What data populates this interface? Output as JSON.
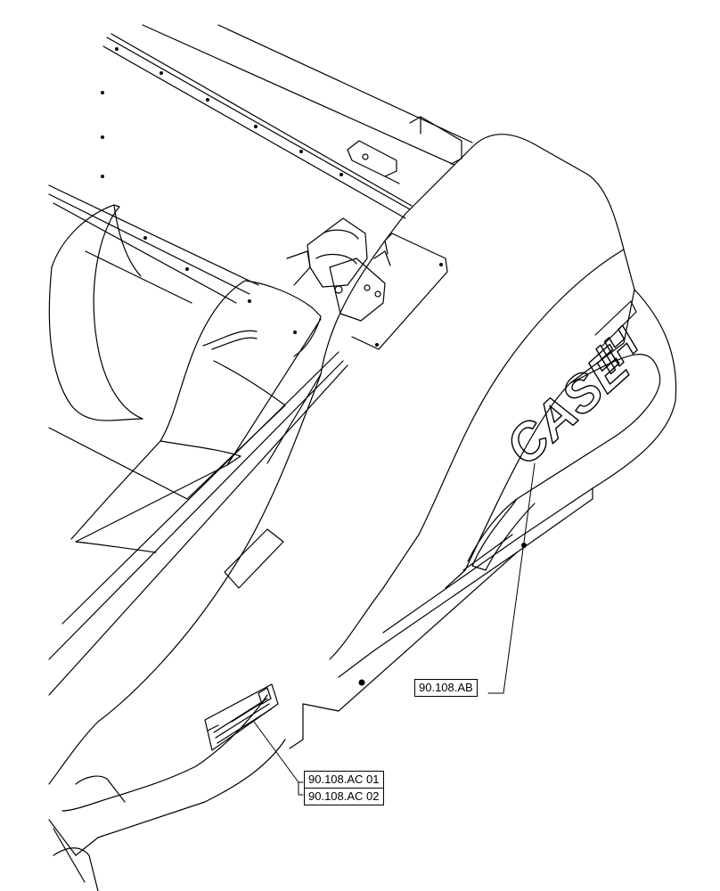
{
  "callouts": {
    "ab": "90.108.AB",
    "ac01": "90.108.AC 01",
    "ac02": "90.108.AC 02"
  },
  "logo": {
    "brand": "CASE",
    "suffix": "IH"
  },
  "colors": {
    "line": "#000000",
    "background": "#ffffff"
  }
}
